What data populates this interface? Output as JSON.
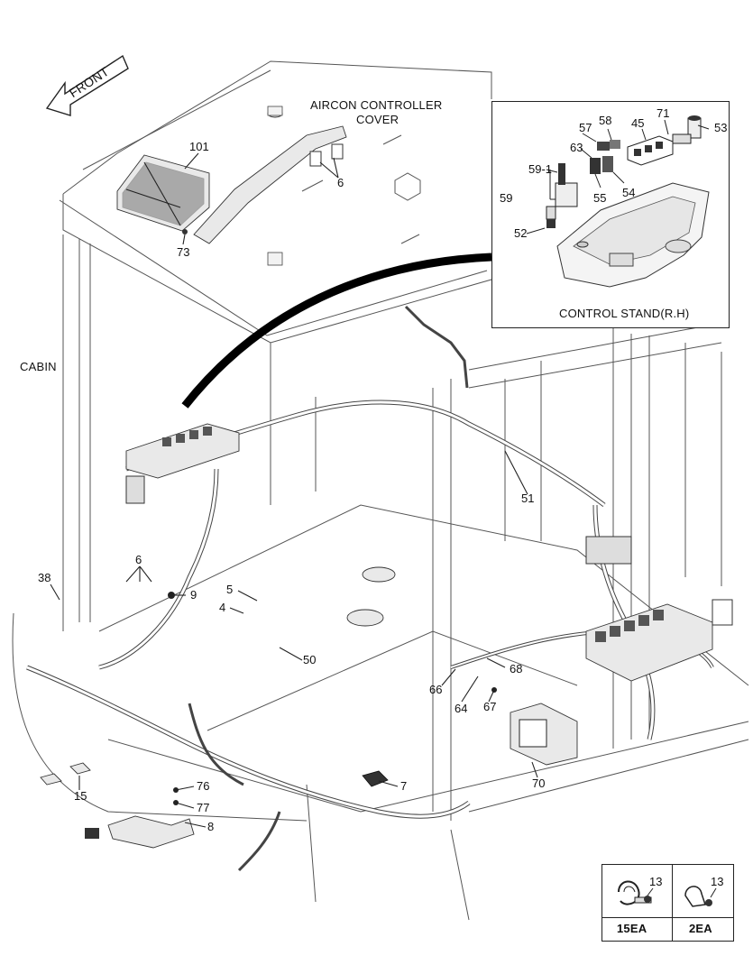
{
  "headings": {
    "front": "FRONT",
    "aircon": "AIRCON CONTROLLER",
    "cover": "COVER",
    "cabin": "CABIN",
    "control_stand": "CONTROL STAND(R.H)"
  },
  "callouts": {
    "c101": "101",
    "c73": "73",
    "c6a": "6",
    "c6b": "6",
    "c57": "57",
    "c58": "58",
    "c45": "45",
    "c71": "71",
    "c53": "53",
    "c63": "63",
    "c59_1": "59-1",
    "c59": "59",
    "c55": "55",
    "c54": "54",
    "c52": "52",
    "c51": "51",
    "c38": "38",
    "c9": "9",
    "c5": "5",
    "c4": "4",
    "c50": "50",
    "c68": "68",
    "c66": "66",
    "c64": "64",
    "c67": "67",
    "c70": "70",
    "c15": "15",
    "c76": "76",
    "c77": "77",
    "c8": "8",
    "c7": "7",
    "c13a": "13",
    "c13b": "13"
  },
  "clamp_boxes": {
    "left_qty": "15EA",
    "right_qty": "2EA"
  }
}
